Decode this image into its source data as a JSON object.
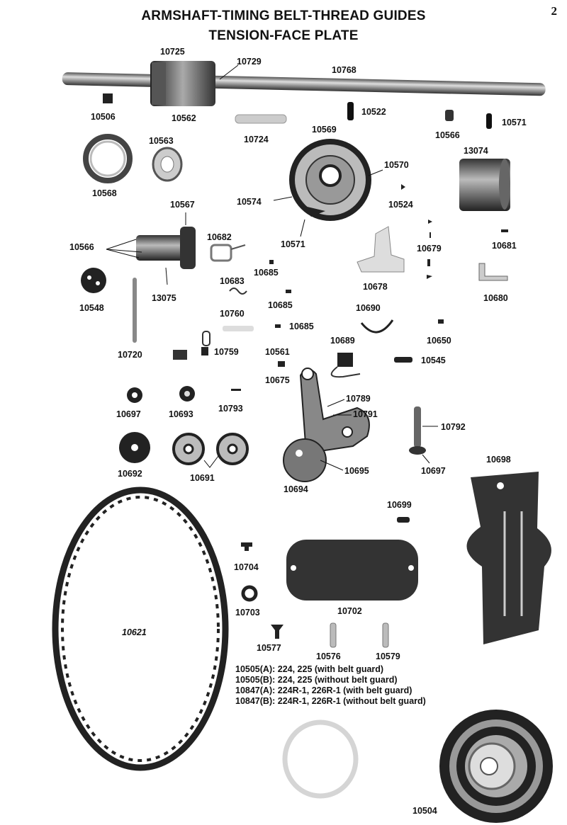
{
  "header": {
    "title_line1": "ARMSHAFT-TIMING BELT-THREAD GUIDES",
    "title_line2": "TENSION-FACE PLATE",
    "page_number": "2"
  },
  "part_labels": {
    "p10725": "10725",
    "p10729": "10729",
    "p10768": "10768",
    "p10506": "10506",
    "p10562": "10562",
    "p10522": "10522",
    "p10724": "10724",
    "p10569": "10569",
    "p10566a": "10566",
    "p10571a": "10571",
    "p10563": "10563",
    "p13074": "13074",
    "p10568": "10568",
    "p10570": "10570",
    "p10574": "10574",
    "p10524": "10524",
    "p10567": "10567",
    "p10682": "10682",
    "p10566b": "10566",
    "p10571b": "10571",
    "p10679": "10679",
    "p10681": "10681",
    "p10685a": "10685",
    "p10683": "10683",
    "p10678": "10678",
    "p10680": "10680",
    "p10548": "10548",
    "p13075": "13075",
    "p10685b": "10685",
    "p10690": "10690",
    "p10760": "10760",
    "p10685c": "10685",
    "p10650": "10650",
    "p10689": "10689",
    "p10720": "10720",
    "p10759": "10759",
    "p10561": "10561",
    "p10545": "10545",
    "p10675": "10675",
    "p10789": "10789",
    "p10791": "10791",
    "p10697a": "10697",
    "p10693": "10693",
    "p10793": "10793",
    "p10792": "10792",
    "p10692": "10692",
    "p10691": "10691",
    "p10695": "10695",
    "p10697b": "10697",
    "p10698": "10698",
    "p10694": "10694",
    "p10699": "10699",
    "p10704": "10704",
    "p10621": "10621",
    "p10703": "10703",
    "p10702": "10702",
    "p10577": "10577",
    "p10576": "10576",
    "p10579": "10579",
    "p10504": "10504"
  },
  "notes": [
    "10505(A): 224, 225 (with belt guard)",
    "10505(B): 224, 225 (without belt guard)",
    "10847(A): 224R-1, 226R-1 (with belt guard)",
    "10847(B): 224R-1, 226R-1 (without belt guard)"
  ],
  "colors": {
    "ink": "#111111",
    "metal": "#8a8a8a",
    "dark": "#2a2a2a",
    "light": "#d8d8d8"
  }
}
